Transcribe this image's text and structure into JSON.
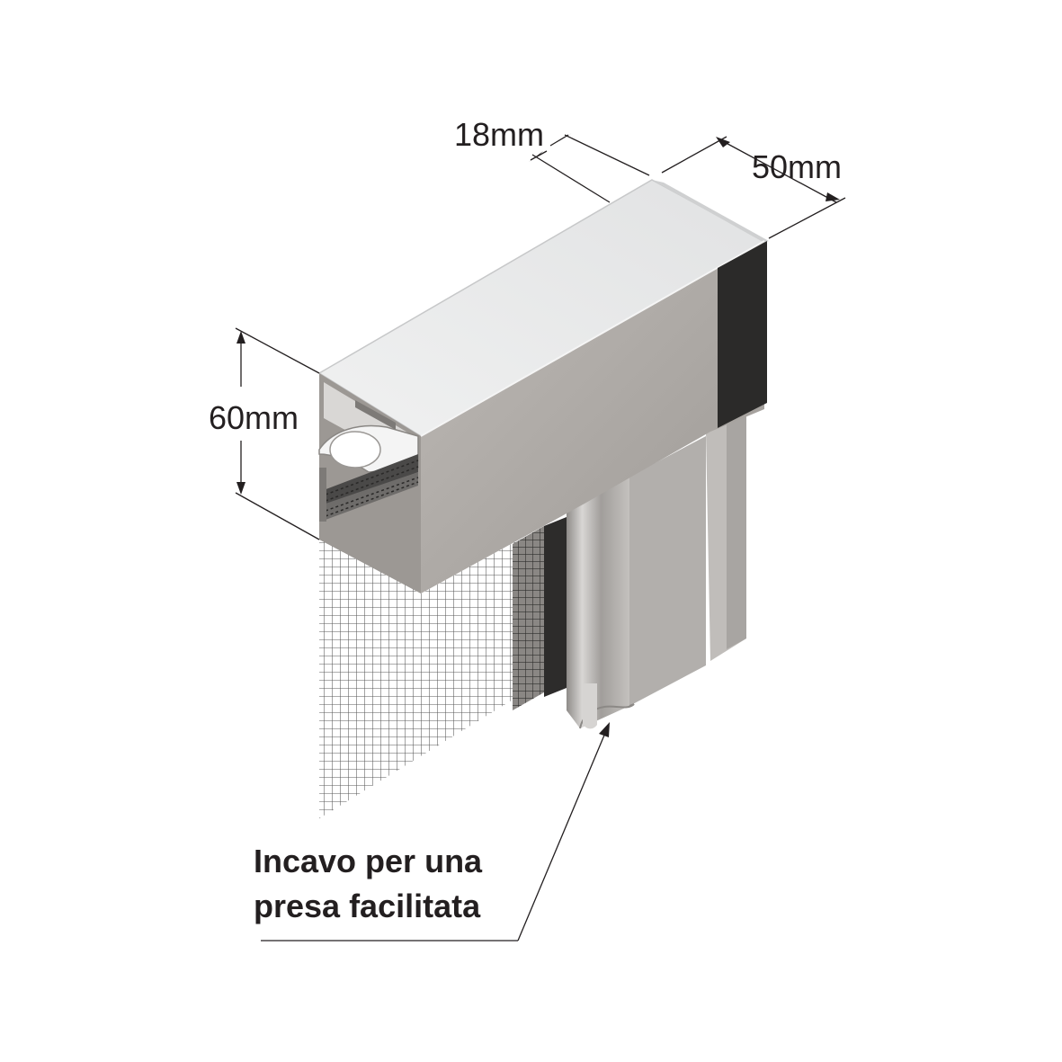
{
  "dimensions": {
    "depth_label": "18mm",
    "width_label": "50mm",
    "height_label": "60mm"
  },
  "callout": {
    "line1": "Incavo per una",
    "line2": "presa facilitata"
  },
  "colors": {
    "top_face": "#e6e7e8",
    "front_face": "#a9a5a1",
    "rail": "#b9b6b3",
    "end_cap": "#2b2a29",
    "mesh": "#555555",
    "line": "#231f20"
  }
}
